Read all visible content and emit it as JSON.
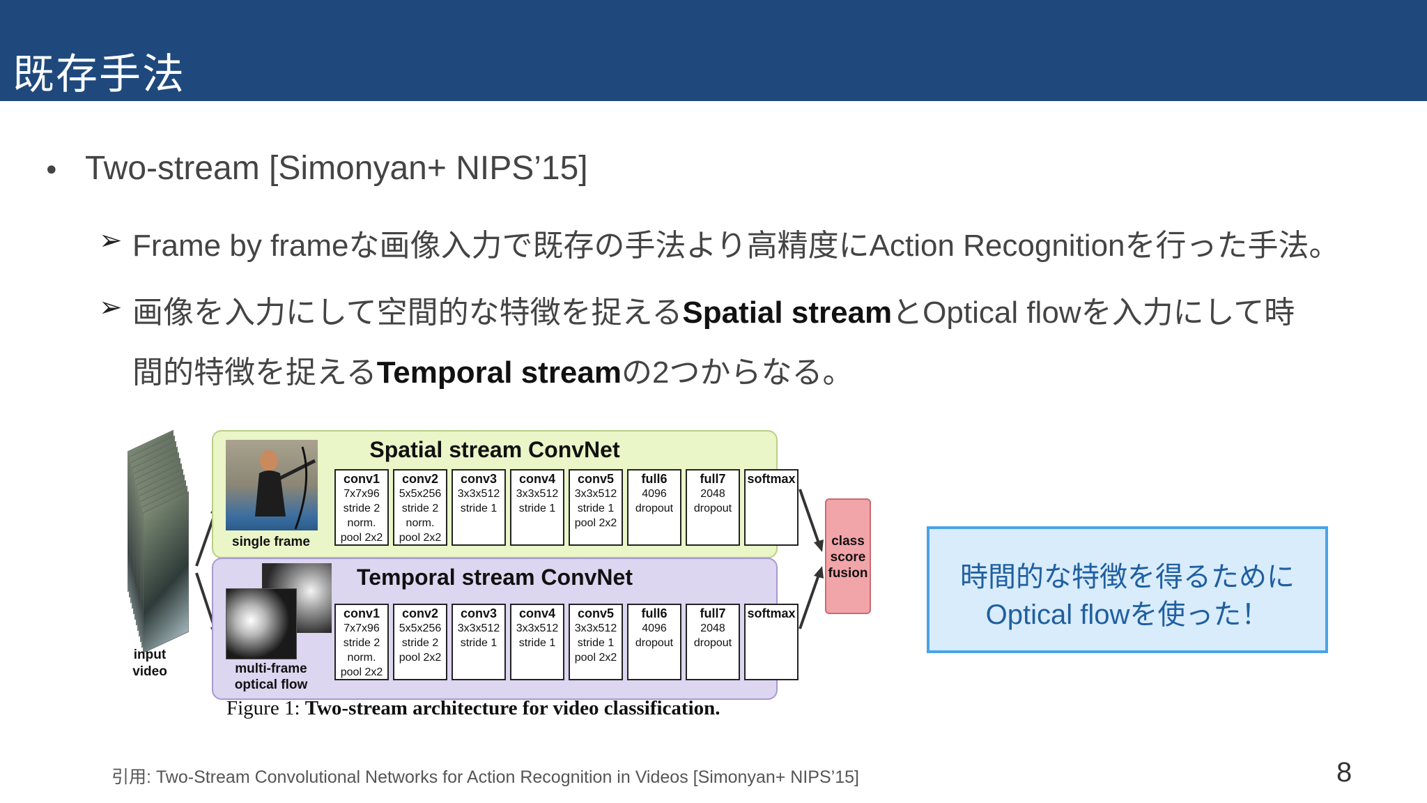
{
  "header": {
    "title": "既存手法"
  },
  "bullet": {
    "text": "Two-stream [Simonyan+ NIPS’15]"
  },
  "subs": [
    {
      "text": "Frame by frameな画像入力で既存の手法より高精度にAction Recognitionを行った手法。"
    },
    {
      "line1_a": "画像を入力にして空間的な特徴を捉える",
      "line1_b": "Spatial stream",
      "line1_c": "とOptical flowを入力にして時",
      "line2_a": "間的特徴を捉える",
      "line2_b": "Temporal stream",
      "line2_c": "の2つからなる。"
    }
  ],
  "diagram": {
    "input_label_1": "input",
    "input_label_2": "video",
    "spatial": {
      "title": "Spatial stream ConvNet",
      "thumb_label": "single frame",
      "layers": [
        [
          "conv1",
          "7x7x96",
          "stride 2",
          "norm.",
          "pool 2x2"
        ],
        [
          "conv2",
          "5x5x256",
          "stride 2",
          "norm.",
          "pool 2x2"
        ],
        [
          "conv3",
          "3x3x512",
          "stride 1",
          "",
          ""
        ],
        [
          "conv4",
          "3x3x512",
          "stride 1",
          "",
          ""
        ],
        [
          "conv5",
          "3x3x512",
          "stride 1",
          "pool 2x2",
          ""
        ],
        [
          "full6",
          "4096",
          "dropout",
          "",
          ""
        ],
        [
          "full7",
          "2048",
          "dropout",
          "",
          ""
        ],
        [
          "softmax",
          "",
          "",
          "",
          ""
        ]
      ]
    },
    "temporal": {
      "title": "Temporal stream ConvNet",
      "thumb_label_1": "multi-frame",
      "thumb_label_2": "optical flow",
      "layers": [
        [
          "conv1",
          "7x7x96",
          "stride 2",
          "norm.",
          "pool 2x2"
        ],
        [
          "conv2",
          "5x5x256",
          "stride 2",
          "pool 2x2",
          ""
        ],
        [
          "conv3",
          "3x3x512",
          "stride 1",
          "",
          ""
        ],
        [
          "conv4",
          "3x3x512",
          "stride 1",
          "",
          ""
        ],
        [
          "conv5",
          "3x3x512",
          "stride 1",
          "pool 2x2",
          ""
        ],
        [
          "full6",
          "4096",
          "dropout",
          "",
          ""
        ],
        [
          "full7",
          "2048",
          "dropout",
          "",
          ""
        ],
        [
          "softmax",
          "",
          "",
          "",
          ""
        ]
      ]
    },
    "fusion": {
      "l1": "class",
      "l2": "score",
      "l3": "fusion"
    },
    "caption_a": "Figure 1: ",
    "caption_b": "Two-stream architecture for video classification."
  },
  "callout": {
    "line1": "時間的な特徴を得るために",
    "line2": "Optical flowを使った！"
  },
  "citation": "引用: Two-Stream Convolutional Networks for Action Recognition in Videos [Simonyan+ NIPS’15]",
  "page_number": "8",
  "colors": {
    "header": "#1f497d",
    "spatial_panel": "#eaf5c8",
    "temporal_panel": "#ddd6f0",
    "fusion": "#f2a5a9",
    "callout_border": "#4aa3e8",
    "callout_fill": "#d9ecfc"
  }
}
